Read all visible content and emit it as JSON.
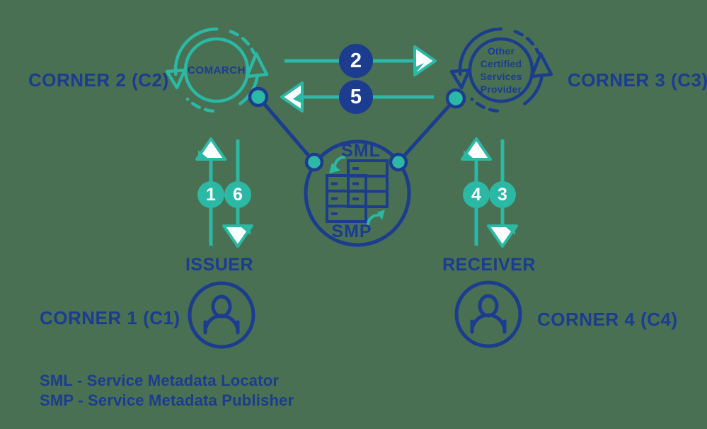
{
  "colors": {
    "navy": "#1c3c8f",
    "teal": "#2bb8a4",
    "bg": "#497052",
    "white": "#ffffff"
  },
  "corners": {
    "c1": "CORNER 1 (C1)",
    "c2": "CORNER 2 (C2)",
    "c3": "CORNER 3 (C3)",
    "c4": "CORNER 4 (C4)"
  },
  "actors": {
    "issuer": "ISSUER",
    "receiver": "RECEIVER"
  },
  "providers": {
    "c2_label": "COMARCH",
    "c3_lines": [
      "Other",
      "Certified",
      "Services",
      "Provider"
    ]
  },
  "registry": {
    "top": "SML",
    "bottom": "SMP"
  },
  "steps": {
    "s1": "1",
    "s2": "2",
    "s3": "3",
    "s4": "4",
    "s5": "5",
    "s6": "6"
  },
  "legend": {
    "line1": "SML - Service Metadata Locator",
    "line2": "SMP - Service Metadata Publisher"
  }
}
